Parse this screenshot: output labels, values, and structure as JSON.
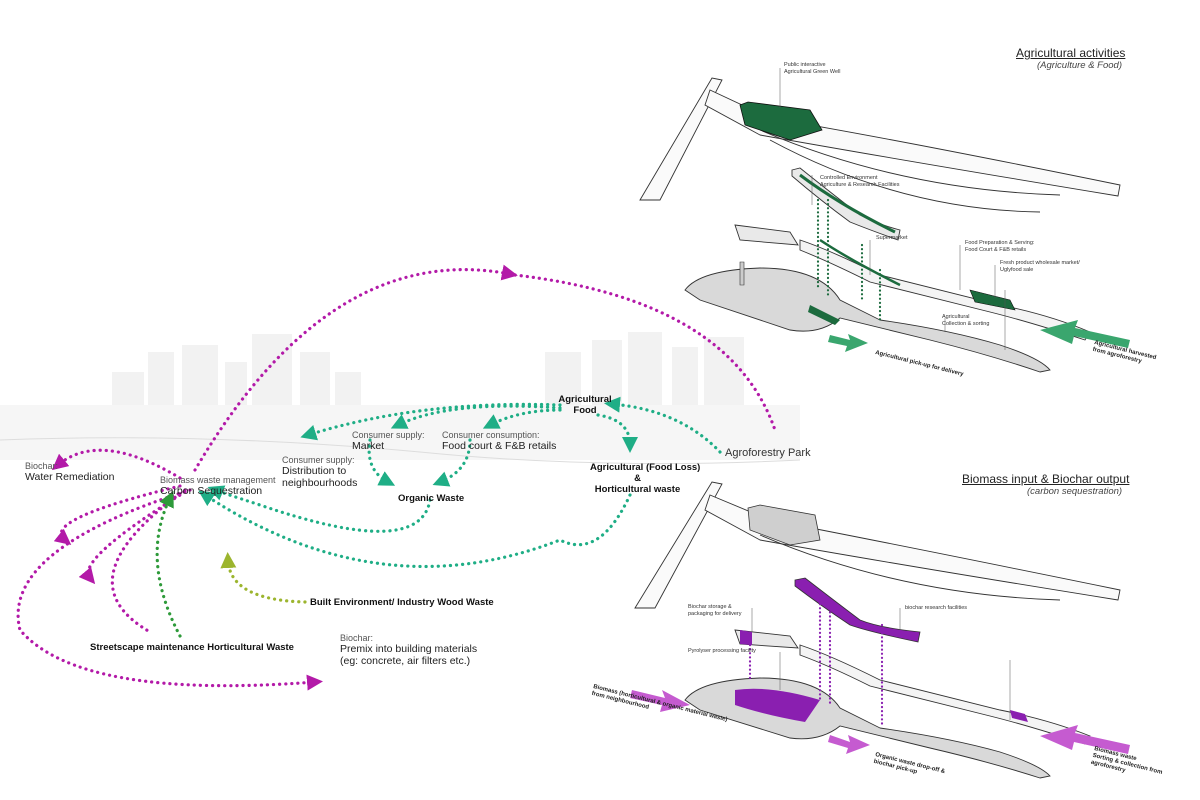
{
  "colors": {
    "magenta": "#b31aa8",
    "teal": "#1fae86",
    "green": "#2e9a3a",
    "olive": "#9cb52e",
    "purple": "#8a1fb0",
    "ag_green": "#1c6b3e"
  },
  "center": {
    "sub": "Biomass waste management",
    "main": "Carbon Sequestration"
  },
  "nodes": {
    "biochar_water": {
      "sub": "Biochar:",
      "main": "Water Remediation"
    },
    "consumer_distribution": {
      "sub": "Consumer supply:",
      "main": "Distribution to neighbourhoods"
    },
    "consumer_market": {
      "sub": "Consumer supply:",
      "main": "Market"
    },
    "consumer_consumption": {
      "sub": "Consumer consumption:",
      "main": "Food court & F&B retails"
    },
    "agri_food": "Agricultural Food",
    "organic_waste": "Organic Waste",
    "agri_foodloss_line1": "Agricultural (Food Loss)",
    "agri_foodloss_line2": "&",
    "agri_foodloss_line3": "Horticultural waste",
    "agroforestry_park": "Agroforestry Park",
    "built_env": "Built Environment/ Industry Wood Waste",
    "streetscape": "Streetscape maintenance Horticultural Waste",
    "biochar_premix": {
      "sub": "Biochar:",
      "main1": "Premix into building materials",
      "main2": "(eg: concrete, air filters etc.)"
    }
  },
  "panel_top": {
    "title": "Agricultural activities",
    "subtitle": "(Agriculture & Food)",
    "labels": {
      "green_well": [
        "Public interactive",
        "Agricultural Green Well"
      ],
      "cea": [
        "Controlled Environment",
        "Agriculture & Research Facilities"
      ],
      "supermarket": [
        "Supermarket"
      ],
      "food_prep": [
        "Food Preparation & Serving:",
        "Food Court & F&B retails"
      ],
      "fresh_product": [
        "Fresh product wholesale market/",
        "Uglyfood sale"
      ],
      "agri_collection": [
        "Agricultural",
        "Collection & sorting"
      ],
      "pickup": [
        "Agricultural pick-up for delivery"
      ],
      "harvested": [
        "Agricultural harvested",
        "from agroforestry"
      ]
    }
  },
  "panel_bottom": {
    "title": "Biomass input & Biochar output",
    "subtitle": "(carbon sequestration)",
    "labels": {
      "biochar_storage": [
        "Biochar storage &",
        "packaging for delivery"
      ],
      "biochar_research": [
        "biochar research facilities"
      ],
      "pyrolyser": [
        "Pyrolyser processing facility"
      ],
      "biomass_in": [
        "Biomass (horticultural & organic material waste)",
        "from neighbourhood"
      ],
      "organic_dropoff": [
        "Organic waste drop-off &",
        "biochar pick-up"
      ],
      "biomass_waste": [
        "Biomass waste",
        "Sorting & collection from",
        "agroforestry"
      ]
    }
  }
}
